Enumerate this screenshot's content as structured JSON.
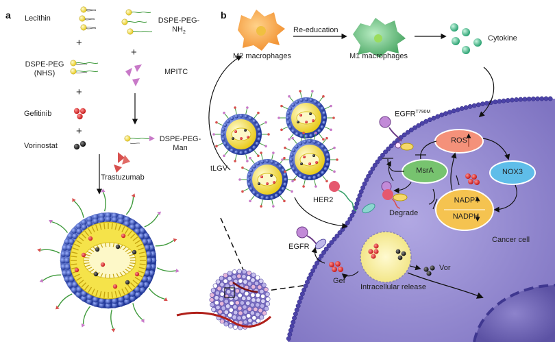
{
  "panels": {
    "a": "a",
    "b": "b"
  },
  "panel_a": {
    "components": {
      "lecithin": "Lecithin",
      "dspe_peg_nhs_line1": "DSPE-PEG",
      "dspe_peg_nhs_line2": "(NHS)",
      "gefitinib": "Gefitinib",
      "vorinostat": "Vorinostat",
      "dspe_peg_nh2_line1": "DSPE-PEG-",
      "dspe_peg_nh2_line2": "NH",
      "dspe_peg_nh2_sub": "2",
      "mpitc": "MPITC",
      "dspe_peg_man_line1": "DSPE-PEG-",
      "dspe_peg_man_line2": "Man",
      "trastuzumab": "Trastuzumab"
    },
    "plus": "+"
  },
  "panel_b": {
    "m2": "M2 macrophages",
    "reeducation": "Re-education",
    "m1": "M1 macrophages",
    "cytokine": "Cytokine",
    "tlgv": "tLGV",
    "egfr_mut": "EGFR",
    "egfr_mut_sup": "T790M",
    "ros": "ROS",
    "msra": "MsrA",
    "nox3": "NOX3",
    "nadp": "NADP",
    "nadp_sup": "+",
    "nadph": "NADPH",
    "her2": "HER2",
    "degrade": "Degrade",
    "cancer_cell": "Cancer cell",
    "egfr": "EGFR",
    "gef": "Gef",
    "vor": "Vor",
    "release": "Intracellular release"
  },
  "colors": {
    "blue_bead": "#2f4fb4",
    "yellow_core": "#f2e12a",
    "drug_red": "#e02626",
    "drug_black": "#1b1b1b",
    "peg_green": "#3f9a3c",
    "mpitc_pink": "#c879c8",
    "antibody_red": "#d8504e",
    "cell_purple": "#9a8fd0",
    "m2_orange": "#f5a34a",
    "m1_green": "#62b77a",
    "ros_fill": "#f28a6a",
    "msra_fill": "#6fbf6a",
    "nox3_fill": "#58b8e8",
    "nadp_fill": "#f5c050"
  }
}
